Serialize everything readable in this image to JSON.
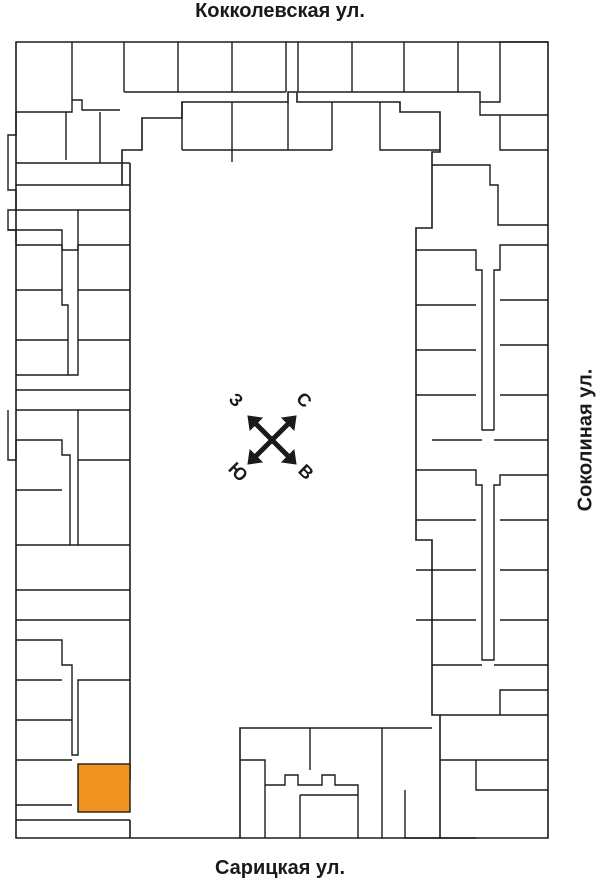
{
  "streets": {
    "north": "Кокколевская ул.",
    "south": "Сарицкая ул.",
    "east": "Соколиная ул."
  },
  "compass": {
    "north": "С",
    "east": "В",
    "south": "Ю",
    "west": "З"
  },
  "highlight_color": "#f0921e",
  "highlighted_unit": "selected-apartment"
}
